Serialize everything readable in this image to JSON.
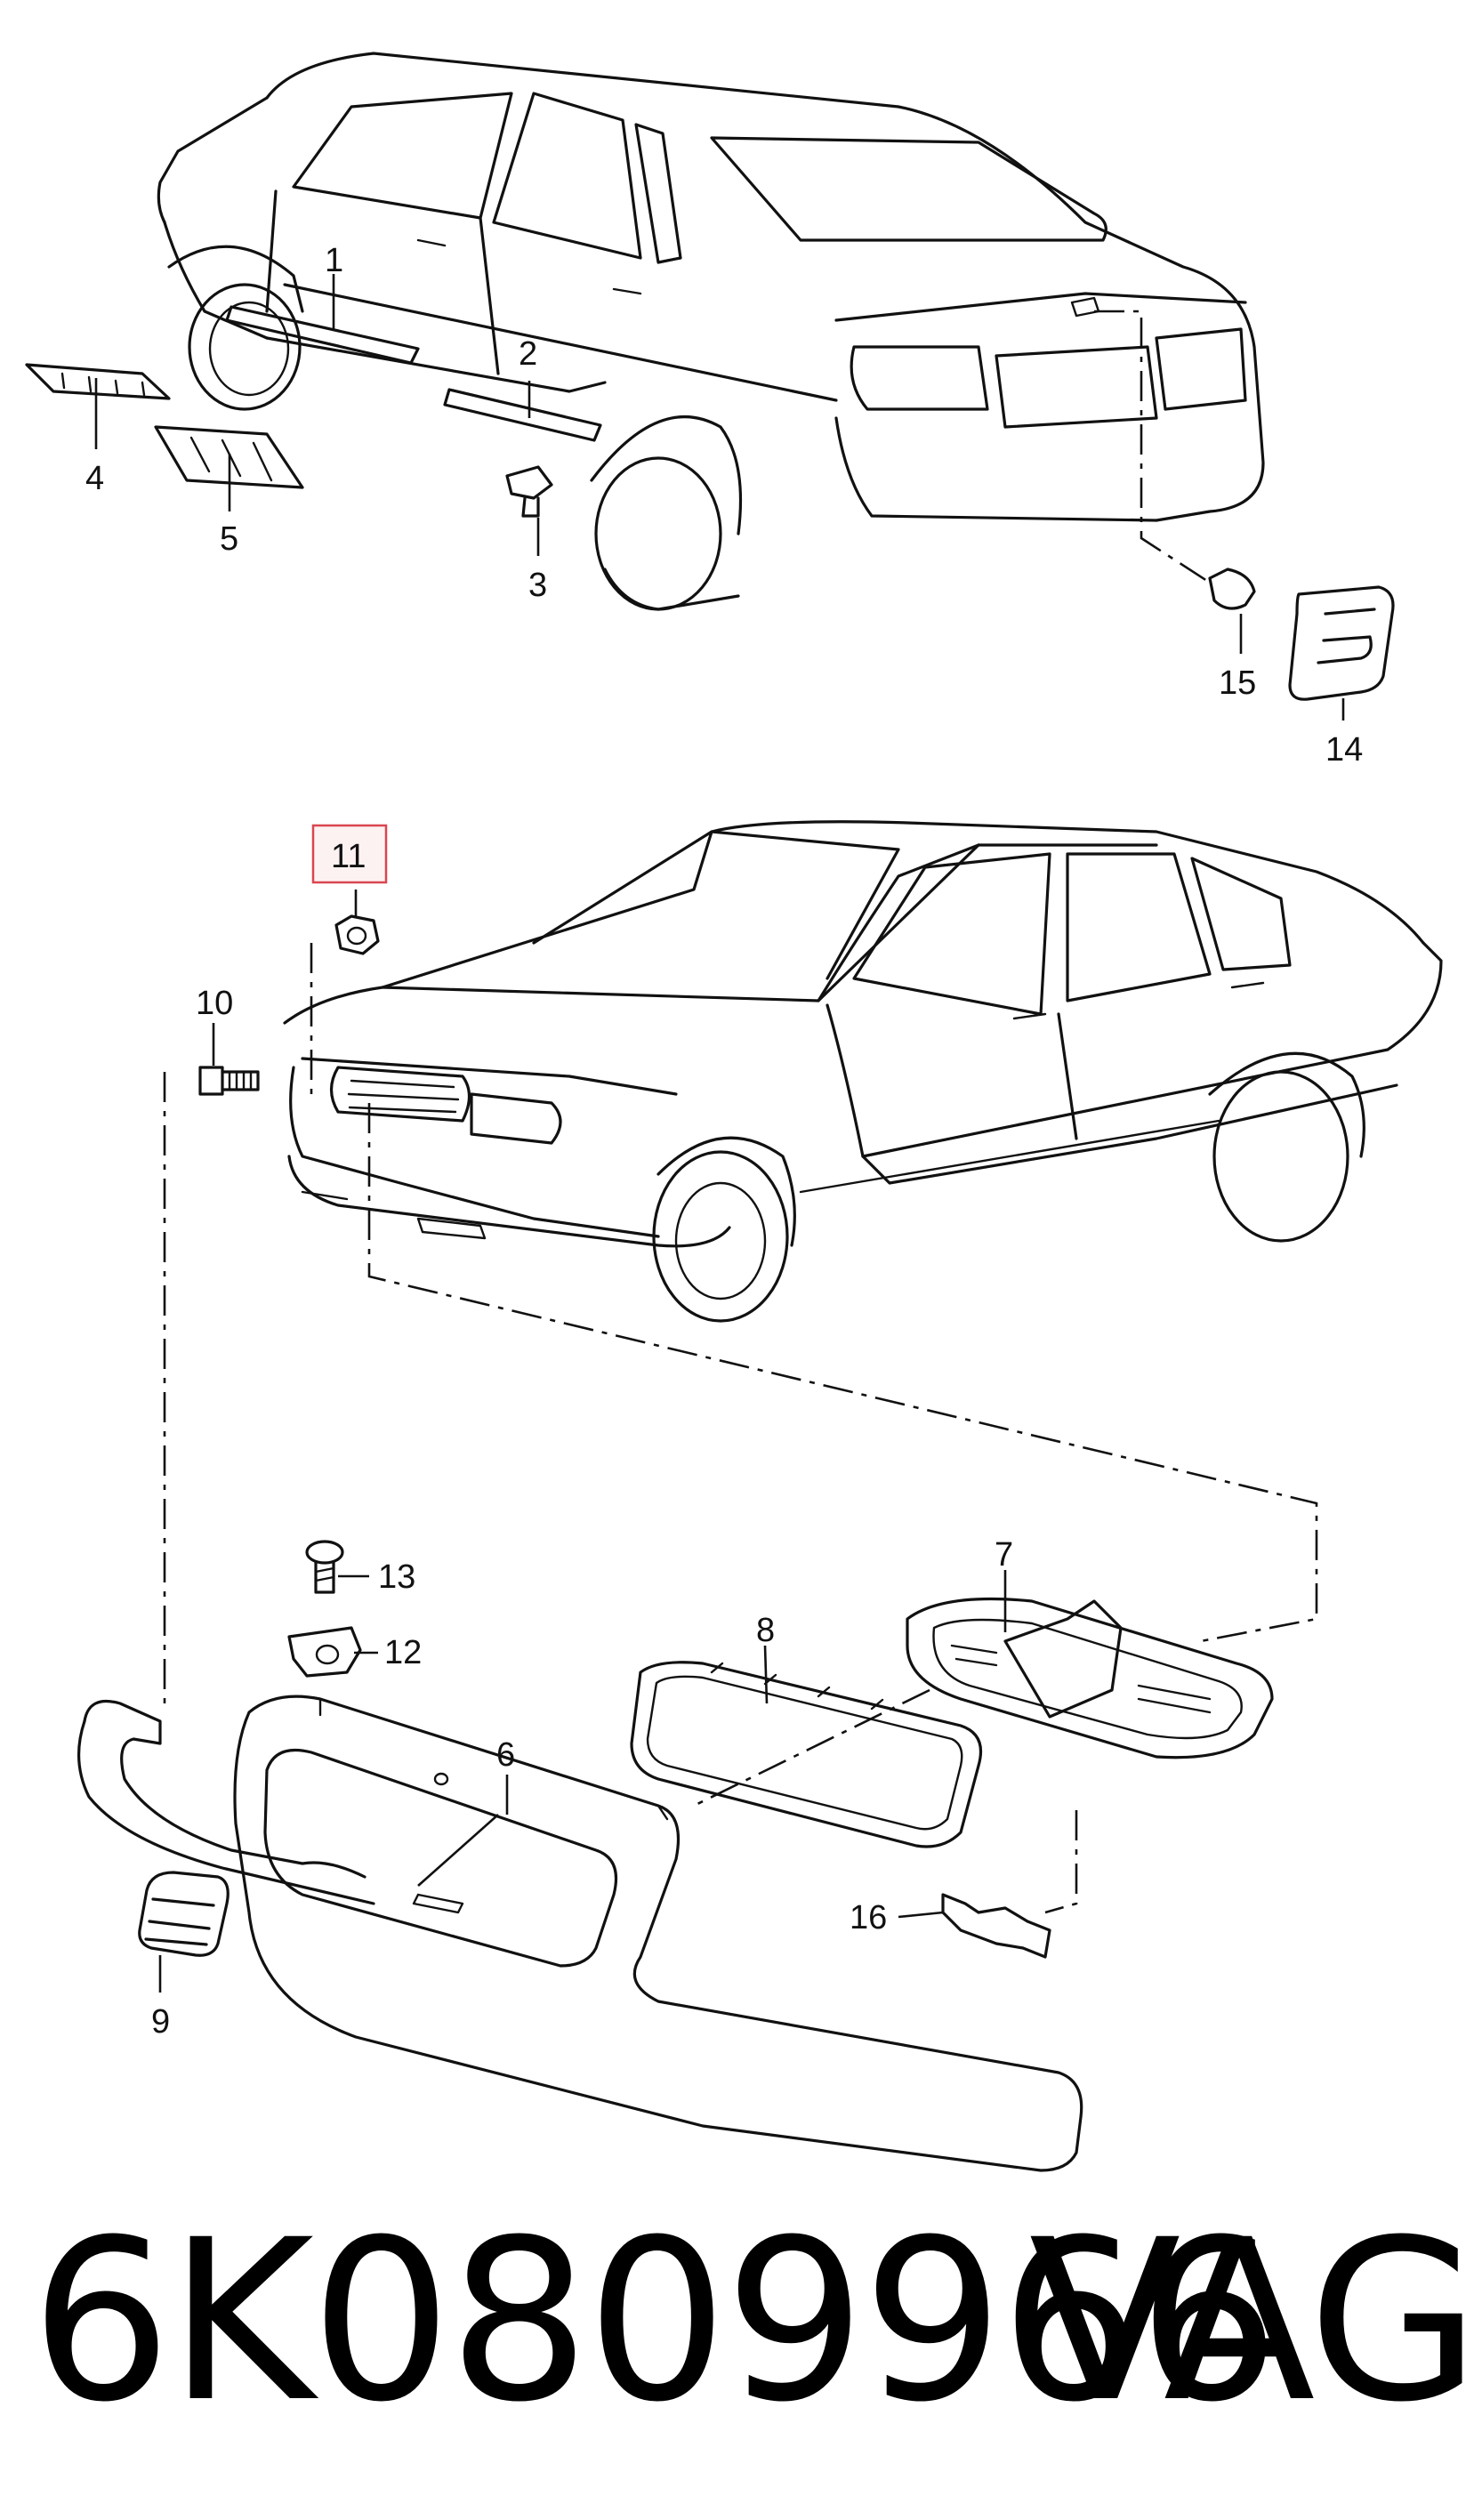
{
  "callouts": {
    "c1": "1",
    "c2": "2",
    "c3": "3",
    "c4": "4",
    "c5": "5",
    "c6": "6",
    "c7": "7",
    "c8": "8",
    "c9": "9",
    "c10": "10",
    "c11": "11",
    "c12": "12",
    "c13": "13",
    "c14": "14",
    "c15": "15",
    "c16": "16"
  },
  "highlighted_callout": "11",
  "highlight_color": "#d9464f",
  "caption": {
    "part_number": "6K0809966",
    "brand": "VAG"
  }
}
